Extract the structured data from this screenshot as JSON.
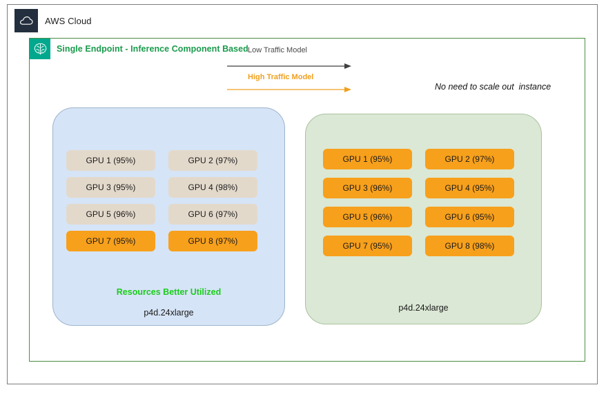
{
  "cloud": {
    "label": "AWS Cloud",
    "icon": "cloud-icon",
    "badge_color": "#232f3e"
  },
  "endpoint": {
    "title": "Single Endpoint - Inference Component Based",
    "icon": "sagemaker-brain-icon",
    "badge_color": "#01a88d",
    "title_color": "#1a9b4c",
    "border_color": "#4a8c42"
  },
  "legend": {
    "low": {
      "label": "Low Traffic Model",
      "color": "#4a4a4a"
    },
    "high": {
      "label": "High Traffic Model",
      "color": "#f0a020"
    }
  },
  "annotation": {
    "text": "No need to scale out  instance"
  },
  "panels": [
    {
      "id": "left-instance",
      "fill": "#d6e4f7",
      "border": "#9cb3cc",
      "note": "Resources Better Utilized",
      "note_color": "#19cc19",
      "caption": "p4d.24xlarge",
      "gpus": [
        {
          "label": "GPU 1 (95%)",
          "state": "idle"
        },
        {
          "label": "GPU 2 (97%)",
          "state": "idle"
        },
        {
          "label": "GPU 3 (95%)",
          "state": "idle"
        },
        {
          "label": "GPU 4 (98%)",
          "state": "idle"
        },
        {
          "label": "GPU 5 (96%)",
          "state": "idle"
        },
        {
          "label": "GPU 6 (97%)",
          "state": "idle"
        },
        {
          "label": "GPU 7 (95%)",
          "state": "active"
        },
        {
          "label": "GPU 8 (97%)",
          "state": "active"
        }
      ]
    },
    {
      "id": "right-instance",
      "fill": "#dbe8d5",
      "border": "#a8c29e",
      "note": "",
      "caption": "p4d.24xlarge",
      "gpus": [
        {
          "label": "GPU 1 (95%)",
          "state": "active"
        },
        {
          "label": "GPU 2 (97%)",
          "state": "active"
        },
        {
          "label": "GPU 3 (96%)",
          "state": "active"
        },
        {
          "label": "GPU 4 (95%)",
          "state": "active"
        },
        {
          "label": "GPU 5 (96%)",
          "state": "active"
        },
        {
          "label": "GPU 6 (95%)",
          "state": "active"
        },
        {
          "label": "GPU 7 (95%)",
          "state": "active"
        },
        {
          "label": "GPU 8 (98%)",
          "state": "active"
        }
      ]
    }
  ],
  "colors": {
    "gpu_idle": "#e3d9cb",
    "gpu_active": "#f7a01c"
  }
}
